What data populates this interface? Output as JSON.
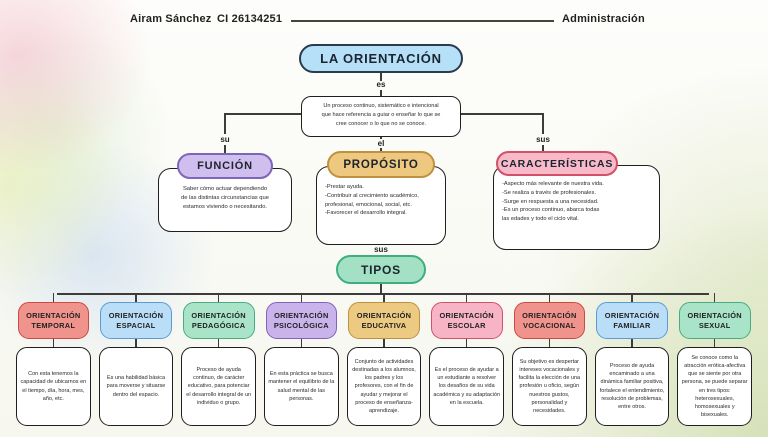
{
  "header": {
    "author": "Airam Sánchez",
    "ci": "CI 26134251",
    "subject": "Administración"
  },
  "root": {
    "title": "LA ORIENTACIÓN",
    "connector_label": "es",
    "definition": "Un proceso continuo, sistemático e intencional\nque hace referencia a guiar o enseñar lo que se\ncree conocer o lo que no se conoce.",
    "fill": "#b5e0f8",
    "border": "#2c3a4d"
  },
  "branches": [
    {
      "connector_label": "su",
      "title": "FUNCIÓN",
      "fill": "#cfbeee",
      "border": "#7d66b8",
      "text": "Saber cómo actuar dependiendo\nde las distintas circunstancias que\nestamos viviendo o necesitando."
    },
    {
      "connector_label": "el",
      "title": "PROPÓSITO",
      "fill": "#eec87e",
      "border": "#bd9140",
      "text": "-Prestar ayuda.\n-Contribuir al crecimiento académico,\nprofesional, emocional, social, etc.\n-Favorecer el desarrollo integral."
    },
    {
      "connector_label": "sus",
      "title": "CARACTERÍSTICAS",
      "fill": "#f8b9c8",
      "border": "#d25068",
      "text": "-Aspecto más relevante de nuestra vida.\n-Se realiza a través de profesionales.\n-Surge en respuesta a una necesidad.\n-Es un proceso continuo, abarca todas\nlas edades y todo el ciclo vital."
    }
  ],
  "tipos": {
    "connector_label": "sus",
    "title": "TIPOS",
    "fill": "#a3e0c4",
    "border": "#3fae7f"
  },
  "types": [
    {
      "title": "ORIENTACIÓN TEMPORAL",
      "fill": "#f0938d",
      "border": "#cb4a42",
      "text": "Con esta tenemos la capacidad de ubicarnos en el tiempo, día, hora, mes, año, etc."
    },
    {
      "title": "ORIENTACIÓN ESPACIAL",
      "fill": "#badef7",
      "border": "#5b9bd2",
      "text": "Es una habilidad básica para moverse y situarse dentro del espacio."
    },
    {
      "title": "ORIENTACIÓN PEDAGÓGICA",
      "fill": "#a9e4c8",
      "border": "#45ad81",
      "text": "Proceso de ayuda continuo, de carácter educativo, para potenciar el desarrollo integral de un individuo o grupo."
    },
    {
      "title": "ORIENTACIÓN PSICOLÓGICA",
      "fill": "#c9b3ea",
      "border": "#8063bd",
      "text": "En esta práctica se busca mantener el equilibrio de la salud mental de las personas."
    },
    {
      "title": "ORIENTACIÓN EDUCATIVA",
      "fill": "#ecca82",
      "border": "#bd9140",
      "text": "Conjunto de actividades destinadas a los alumnos, los padres y los profesores, con el fin de ayudar y mejorar el proceso de enseñanza-aprendizaje."
    },
    {
      "title": "ORIENTACIÓN ESCOLAR",
      "fill": "#f6b4c6",
      "border": "#d25068",
      "text": "Es el proceso de ayudar a un estudiante a resolver los desafíos de su vida académica y su adaptación en la escuela."
    },
    {
      "title": "ORIENTACIÓN VOCACIONAL",
      "fill": "#f0938d",
      "border": "#cb4a42",
      "text": "Su objetivo es despertar intereses vocacionales y facilita la elección de una profesión u oficio, según nuestros gustos, personalidad y necesidades."
    },
    {
      "title": "ORIENTACIÓN FAMILIAR",
      "fill": "#badef7",
      "border": "#5b9bd2",
      "text": "Proceso de ayuda encaminado a una dinámica familiar positiva, fortalece el entendimiento, resolución de problemas, entre otros."
    },
    {
      "title": "ORIENTACIÓN SEXUAL",
      "fill": "#a9e4c8",
      "border": "#45ad81",
      "text": "Se conoce como la atracción erótica-afectiva que se siente por otra persona, se puede separar en tres tipos: heterosexuales, homosexuales y bisexuales."
    }
  ]
}
